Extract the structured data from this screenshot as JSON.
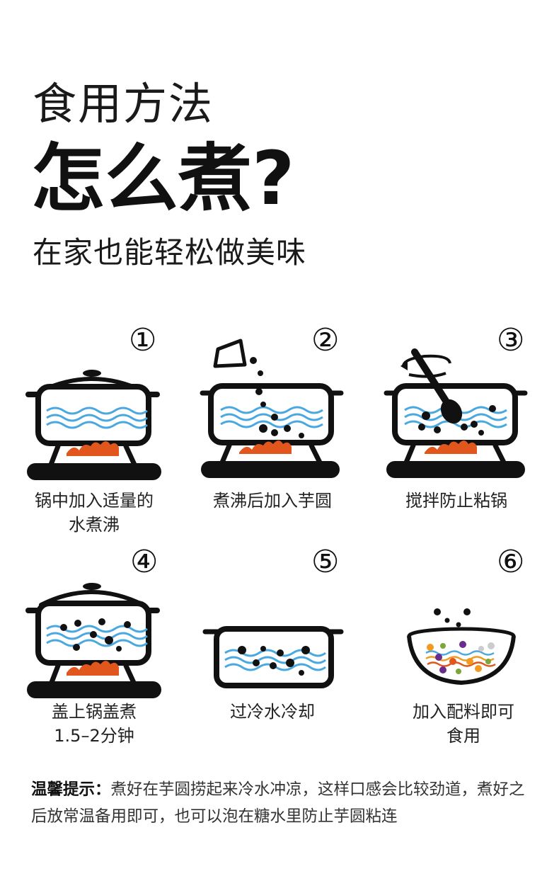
{
  "header": {
    "title_small": "食用方法",
    "title_big": "怎么煮?",
    "subtitle": "在家也能轻松做美味"
  },
  "steps": [
    {
      "number": "①",
      "caption_line1": "锅中加入适量的",
      "caption_line2": "水煮沸",
      "icon": "pot-boiling-icon"
    },
    {
      "number": "②",
      "caption_line1": "煮沸后加入芋圆",
      "caption_line2": "",
      "icon": "add-taro-balls-icon"
    },
    {
      "number": "③",
      "caption_line1": "搅拌防止粘锅",
      "caption_line2": "",
      "icon": "stir-pot-icon"
    },
    {
      "number": "④",
      "caption_line1": "盖上锅盖煮",
      "caption_line2": "1.5–2分钟",
      "icon": "covered-pot-icon"
    },
    {
      "number": "⑤",
      "caption_line1": "过冷水冷却",
      "caption_line2": "",
      "icon": "cold-water-icon"
    },
    {
      "number": "⑥",
      "caption_line1": "加入配料即可",
      "caption_line2": "食用",
      "icon": "serving-bowl-icon"
    }
  ],
  "tips": {
    "label": "温馨提示：",
    "text": "煮好在芋圆捞起来冷水冲凉，这样口感会比较劲道，煮好之后放常温备用即可，也可以泡在糖水里防止芋圆粘连"
  },
  "colors": {
    "water": "#4aa8e0",
    "flame": "#e0561c",
    "ink": "#111111",
    "purple": "#6a2c8c",
    "green": "#7aa63a",
    "orange": "#f29a1e"
  }
}
